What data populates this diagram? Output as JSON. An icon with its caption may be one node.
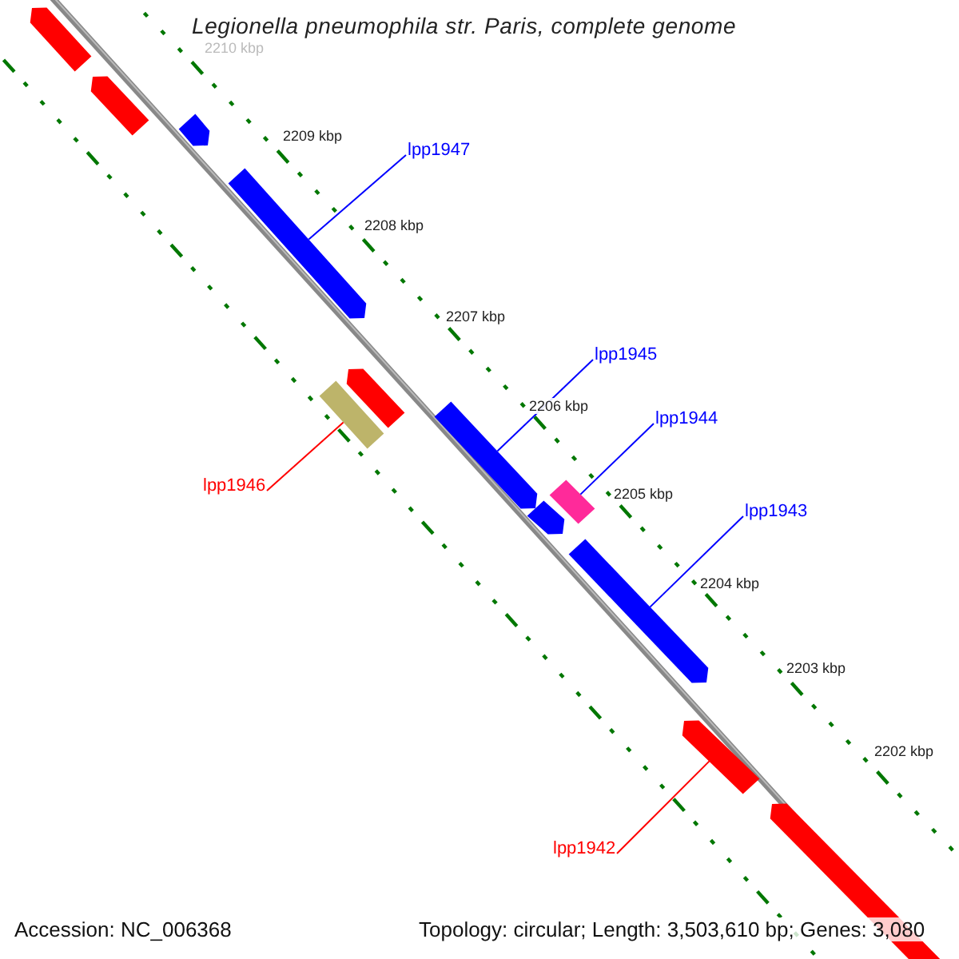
{
  "diagram": {
    "title": "Legionella pneumophila str. Paris, complete genome",
    "nodes": [
      {
        "text": [
          "lpp1947"
        ]
      },
      {
        "text": [],
        "shape": "bar"
      },
      {
        "text": [
          "lpp1945"
        ]
      },
      {
        "text": [],
        "shape": "bar"
      },
      {
        "text": [
          "lpp1944"
        ]
      },
      {
        "text": [],
        "shape": "bar"
      },
      {
        "text": [
          "lpp1946"
        ]
      },
      {
        "text": [],
        "shape": "bar"
      },
      {
        "text": [
          "lpp1943"
        ]
      },
      {
        "text": [],
        "shape": "bar"
      },
      {
        "text": [
          "lpp1942"
        ]
      },
      {
        "text": [],
        "shape": "bar"
      },
      {
        "text": [],
        "shape": "bar"
      },
      {
        "text": [],
        "shape": "bar"
      },
      {
        "text": [],
        "shape": "bar"
      },
      {
        "text": [],
        "shape": "bar"
      },
      {
        "text": [],
        "shape": "bar"
      },
      {
        "text": [],
        "shape": "bar"
      }
    ],
    "edges": [
      {
        "from": 0,
        "to": 1,
        "arrow": "none"
      },
      {
        "from": 2,
        "to": 3,
        "arrow": "none"
      },
      {
        "from": 4,
        "to": 5,
        "arrow": "none"
      },
      {
        "from": 6,
        "to": 7,
        "arrow": "none",
        "color": "#ff0000"
      },
      {
        "from": 8,
        "to": 9,
        "arrow": "none"
      },
      {
        "from": 10,
        "to": 11,
        "arrow": "none",
        "color": "#ff0000"
      }
    ],
    "labels": [
      "2210 kbp",
      "2209 kbp",
      "2208 kbp",
      "2207 kbp",
      "2206 kbp",
      "2205 kbp",
      "2204 kbp",
      "2203 kbp",
      "2202 kbp",
      "Accession: NC_006368",
      "Topology: circular; Length: 3,503,610 bp; Genes: 3,080"
    ]
  }
}
